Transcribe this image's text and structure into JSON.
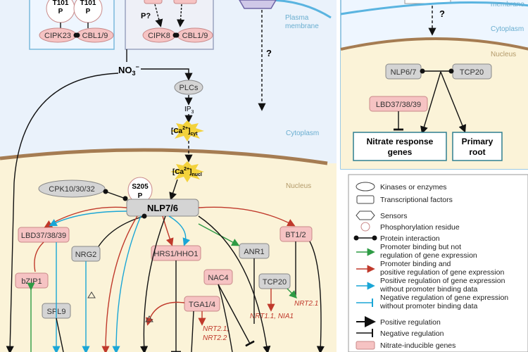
{
  "compartments": {
    "plasma_membrane": "Plasma\nmembrane",
    "cytoplasm": "Cytoplasm",
    "nucleus": "Nucleus",
    "inset_membrane": "membrane",
    "inset_cytoplasm": "Cytoplasm",
    "inset_nucleus": "Nucleus"
  },
  "top_left_box": {
    "t101_a": "T101",
    "p_a": "P",
    "t101_b": "T101",
    "p_b": "P",
    "cipk23": "CIPK23",
    "cbl1_9_a": "CBL1/9"
  },
  "top_mid_box": {
    "p_question": "P?",
    "cipk8": "CIPK8",
    "cbl1_9_b": "CBL1/9"
  },
  "signal": {
    "no3": "NO",
    "no3_sub": "3",
    "no3_sup": "−",
    "plcs": "PLCs",
    "ip3": "IP",
    "ip3_sub": "3",
    "ca_cyt": "[Ca",
    "ca_cyt_sup": "2+",
    "ca_cyt_sub": "cyt",
    "ca_nuc": "[Ca",
    "ca_nuc_sup": "2+",
    "ca_nuc_sub": "nucl",
    "sensor_question": "?"
  },
  "nucleus_nodes": {
    "cpk": "CPK10/30/32",
    "s205": "S205",
    "s205_p": "P",
    "nlp76": "NLP7/6",
    "lbd": "LBD37/38/39",
    "bt12": "BT1/2",
    "nrg2": "NRG2",
    "hrs": "HRS1/HHO1",
    "anr1": "ANR1",
    "bzip1": "bZIP1",
    "nac4": "NAC4",
    "tcp20": "TCP20",
    "spl9": "SPL9",
    "tga": "TGA1/4",
    "nrt21": "NRT2.1",
    "nrt11_nia1": "NRT1.1, NIA1",
    "nrt21_nrt22_a": "NRT2.1,",
    "nrt21_nrt22_b": "NRT2.2"
  },
  "inset": {
    "question": "?",
    "nlp67": "NLP6/7",
    "tcp20": "TCP20",
    "lbd": "LBD37/38/39",
    "nitrate_a": "Nitrate response",
    "nitrate_b": "genes",
    "primary_a": "Primary",
    "primary_b": "root"
  },
  "legend": [
    "Kinases  or enzymes",
    "Transcriptional factors",
    "Sensors",
    "Phosphorylation residue",
    "Protein interaction",
    "Promoter binding but not",
    "regulation of gene expression",
    "Promoter binding and",
    "positive regulation of gene expression",
    "Positive regulation of gene expression",
    "without promoter binding data",
    "Negative regulation of gene expression",
    "without promoter binding data",
    "Positive regulation",
    "Negative regulation",
    "Nitrate-inducible genes"
  ],
  "colors": {
    "cytoplasm_bg": "#eaf2fb",
    "nucleus_bg": "#fbf3d8",
    "nucleus_border": "#a57c52",
    "membrane": "#5ab4e0",
    "pink_box": "#f6c3c3",
    "grey_box": "#d4d4d4",
    "red_arrow": "#c0392b",
    "green_arrow": "#2e9b45",
    "blue_arrow": "#1aa6d6",
    "ca_star": "#f3d23c"
  }
}
